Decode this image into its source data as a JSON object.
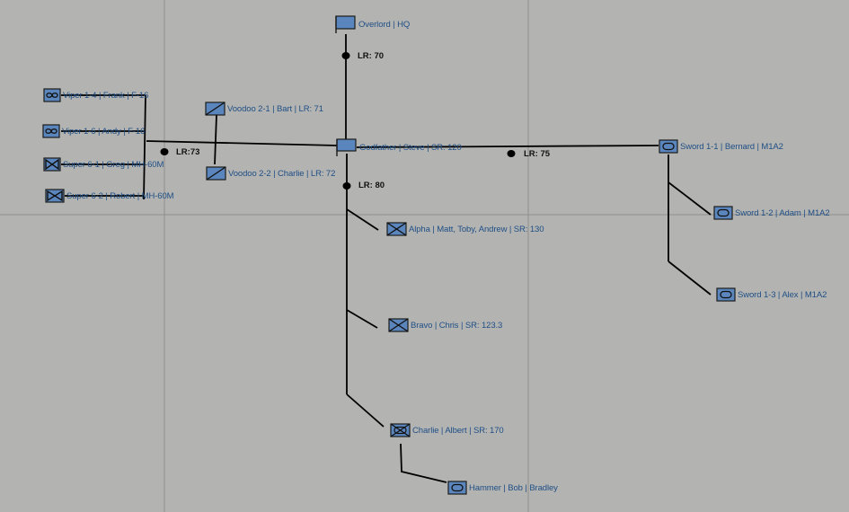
{
  "colors": {
    "background": "#b3b4b1",
    "symbol_fill": "#5b86bd",
    "symbol_stroke": "#1b1b1b",
    "label": "#1f4e86",
    "link_line": "#000000",
    "grid_line": "#8f908d"
  },
  "units": {
    "overlord": {
      "label": "Overlord | HQ",
      "symbol": "hq-flag-icon"
    },
    "godfather": {
      "label": "Godfather | Steve | SR: 120",
      "symbol": "hq-flag-icon"
    },
    "viper_1_4": {
      "label": "Viper 1-4 | Frank | F-16",
      "symbol": "fixed-wing-icon"
    },
    "viper_1_6": {
      "label": "Viper 1-6 | Andy | F-16",
      "symbol": "fixed-wing-icon"
    },
    "super_6_1": {
      "label": "Super 6-1 | Greg | MH-60M",
      "symbol": "rotary-wing-icon"
    },
    "super_6_2": {
      "label": "Super 6-2 | Robert | MH-60M",
      "symbol": "rotary-wing-icon"
    },
    "voodoo_2_1": {
      "label": "Voodoo 2-1 | Bart | LR: 71",
      "symbol": "cavalry-icon"
    },
    "voodoo_2_2": {
      "label": "Voodoo 2-2 | Charlie | LR: 72",
      "symbol": "cavalry-icon"
    },
    "sword_1_1": {
      "label": "Sword 1-1 | Bernard | M1A2",
      "symbol": "armor-icon"
    },
    "sword_1_2": {
      "label": "Sword 1-2 | Adam | M1A2",
      "symbol": "armor-icon"
    },
    "sword_1_3": {
      "label": "Sword 1-3 | Alex | M1A2",
      "symbol": "armor-icon"
    },
    "alpha": {
      "label": "Alpha | Matt, Toby, Andrew | SR: 130",
      "symbol": "infantry-icon"
    },
    "bravo": {
      "label": "Bravo | Chris | SR: 123.3",
      "symbol": "infantry-icon"
    },
    "charlie": {
      "label": "Charlie | Albert | SR: 170",
      "symbol": "mech-infantry-icon"
    },
    "hammer": {
      "label": "Hammer | Bob | Bradley",
      "symbol": "armor-icon"
    }
  },
  "radios": {
    "lr_70": "LR: 70",
    "lr_73": "LR:73",
    "lr_75": "LR: 75",
    "lr_80": "LR: 80"
  }
}
